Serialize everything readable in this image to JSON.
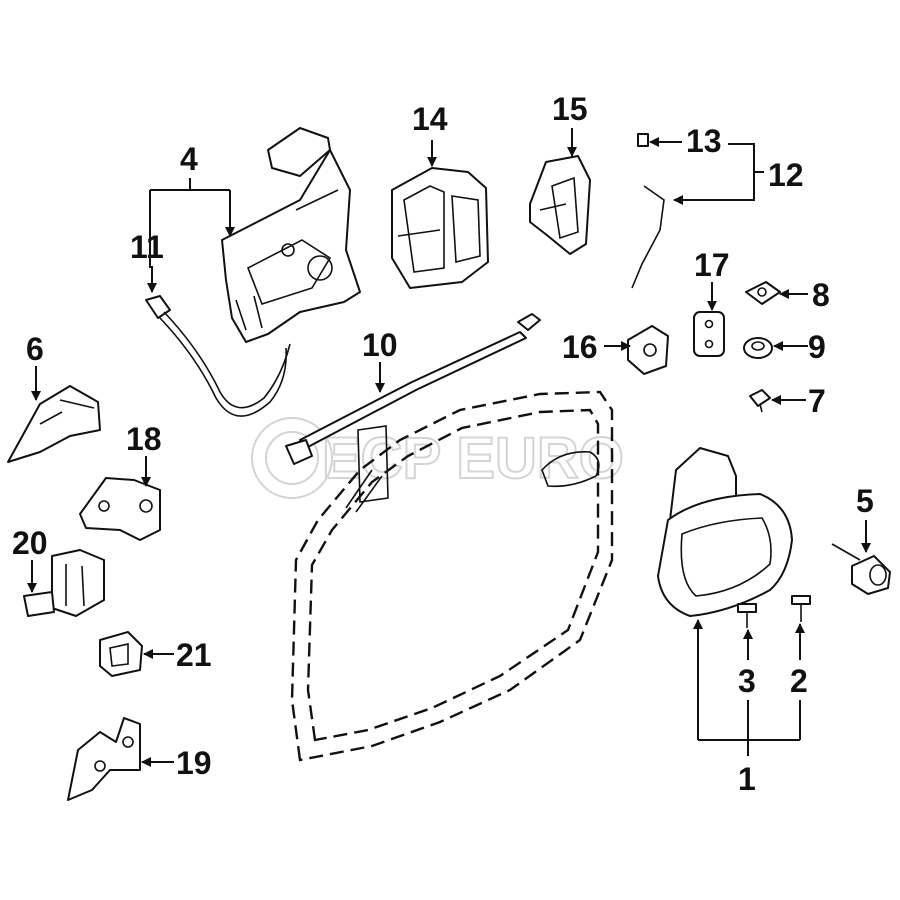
{
  "watermark": "ECP EURO",
  "callouts": [
    "1",
    "2",
    "3",
    "4",
    "5",
    "6",
    "7",
    "8",
    "9",
    "10",
    "11",
    "12",
    "13",
    "14",
    "15",
    "16",
    "17",
    "18",
    "19",
    "20",
    "21"
  ],
  "colors": {
    "ink": "#111111",
    "watermark": "#d4d4d4",
    "fill": "#e6e6e6"
  }
}
